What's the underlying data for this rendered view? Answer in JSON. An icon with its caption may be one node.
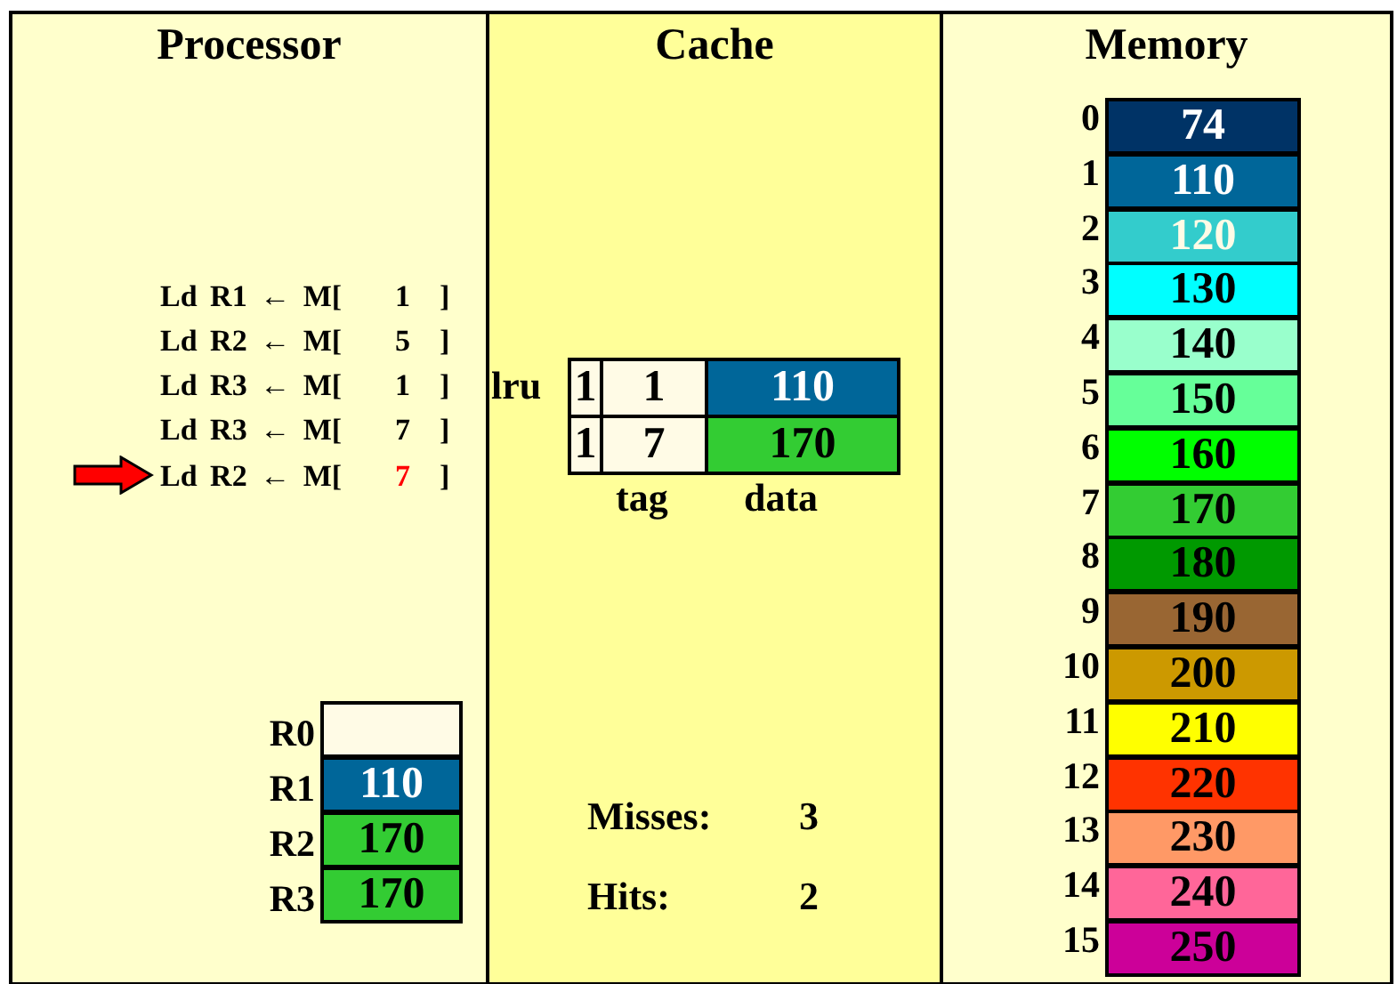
{
  "diagram": {
    "nodes": [
      {
        "text": [
          "Processor"
        ]
      },
      {
        "text": [
          "Cache"
        ]
      },
      {
        "text": [
          "Memory"
        ]
      },
      {
        "text": [],
        "shape": "box",
        "in": 0,
        "beside": [
          "R0"
        ]
      },
      {
        "text": [
          "110"
        ],
        "in": 0,
        "beside": [
          "R1"
        ]
      },
      {
        "text": [
          "170"
        ],
        "in": 0,
        "beside": [
          "R2"
        ]
      },
      {
        "text": [
          "170"
        ],
        "in": 0,
        "beside": [
          "R3"
        ]
      },
      {
        "text": [
          "1"
        ],
        "in": 1
      },
      {
        "text": [
          "1"
        ],
        "in": 1
      },
      {
        "text": [
          "110"
        ],
        "in": 1
      },
      {
        "text": [
          "1"
        ],
        "in": 1
      },
      {
        "text": [
          "7"
        ],
        "in": 1
      },
      {
        "text": [
          "170"
        ],
        "in": 1
      },
      {
        "text": [
          "74"
        ],
        "in": 2,
        "beside": [
          "0"
        ]
      },
      {
        "text": [
          "110"
        ],
        "in": 2,
        "beside": [
          "1"
        ]
      },
      {
        "text": [
          "120"
        ],
        "in": 2,
        "beside": [
          "2"
        ]
      },
      {
        "text": [
          "130"
        ],
        "in": 2,
        "beside": [
          "3"
        ]
      },
      {
        "text": [
          "140"
        ],
        "in": 2,
        "beside": [
          "4"
        ]
      },
      {
        "text": [
          "150"
        ],
        "in": 2,
        "beside": [
          "5"
        ]
      },
      {
        "text": [
          "160"
        ],
        "in": 2,
        "beside": [
          "6"
        ]
      },
      {
        "text": [
          "170"
        ],
        "in": 2,
        "beside": [
          "7"
        ]
      },
      {
        "text": [
          "180"
        ],
        "in": 2,
        "beside": [
          "8"
        ]
      },
      {
        "text": [
          "190"
        ],
        "in": 2,
        "beside": [
          "9"
        ]
      },
      {
        "text": [
          "200"
        ],
        "in": 2,
        "beside": [
          "10"
        ]
      },
      {
        "text": [
          "210"
        ],
        "in": 2,
        "beside": [
          "11"
        ]
      },
      {
        "text": [
          "220"
        ],
        "in": 2,
        "beside": [
          "12"
        ]
      },
      {
        "text": [
          "230"
        ],
        "in": 2,
        "beside": [
          "13"
        ]
      },
      {
        "text": [
          "240"
        ],
        "in": 2,
        "beside": [
          "14"
        ]
      },
      {
        "text": [
          "250"
        ],
        "in": 2,
        "beside": [
          "15"
        ]
      }
    ],
    "labels": [
      "Ld R1 ← M[",
      "1",
      "]",
      "Ld R2 ← M[",
      "5",
      "]",
      "Ld R3 ← M[",
      "1",
      "]",
      "Ld R3 ← M[",
      "7",
      "]",
      "Ld R2 ← M[",
      "7",
      "]",
      "lru",
      "tag",
      "data",
      "Misses:",
      "3",
      "Hits:",
      "2"
    ]
  }
}
